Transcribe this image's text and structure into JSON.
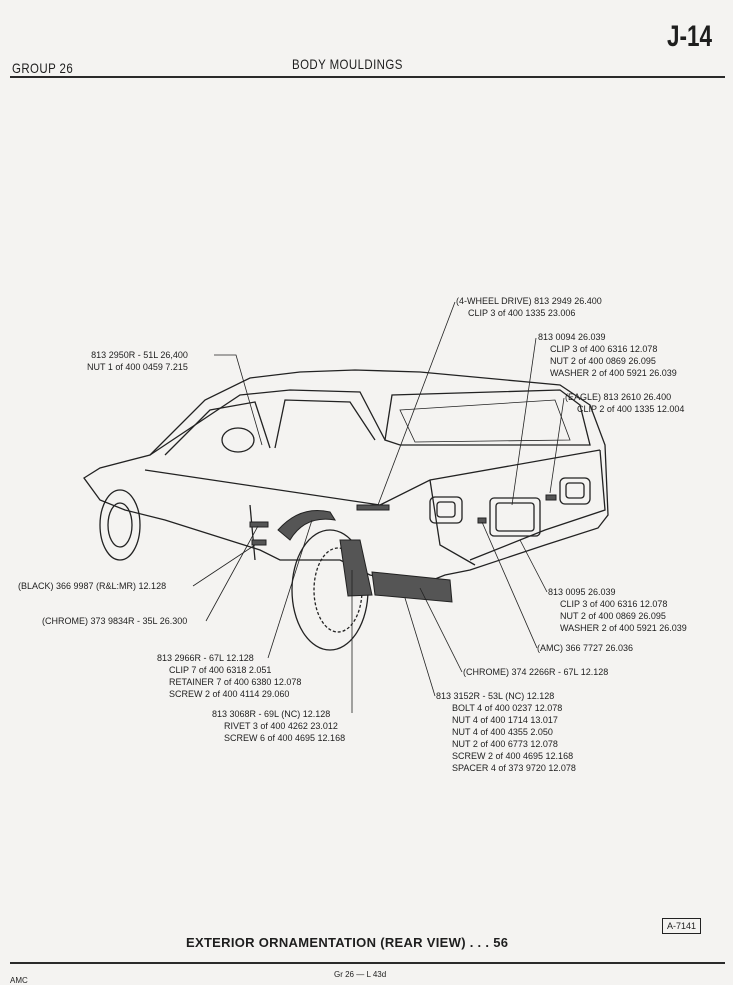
{
  "header": {
    "group": "GROUP 26",
    "section": "BODY MOULDINGS",
    "page_id": "J-14"
  },
  "callouts": {
    "c1": [
      "813 2950R - 51L  26,400",
      "NUT  1 of  400 0459  7.215"
    ],
    "c2": [
      "(4-WHEEL DRIVE) 813 2949  26.400",
      "CLIP  3 of  400 1335  23.006"
    ],
    "c3": [
      "813 0094  26.039",
      "CLIP  3 of  400 6316  12.078",
      "NUT  2 of  400 0869  26.095",
      "WASHER  2 of  400 5921  26.039"
    ],
    "c4": [
      "(EAGLE) 813 2610  26.400",
      "CLIP  2 of  400 1335  12.004"
    ],
    "c5": [
      "(BLACK) 366 9987 (R&L:MR)  12.128"
    ],
    "c6": [
      "(CHROME) 373 9834R - 35L  26.300"
    ],
    "c7": [
      "813 2966R - 67L  12.128",
      "CLIP  7 of  400 6318  2.051",
      "RETAINER  7 of  400 6380  12.078",
      "SCREW  2 of  400 4114  29.060"
    ],
    "c8": [
      "813 3068R - 69L (NC)  12.128",
      "RIVET  3 of  400 4262  23.012",
      "SCREW  6 of  400 4695  12.168"
    ],
    "c9": [
      "813 0095  26.039",
      "CLIP  3 of  400 6316  12.078",
      "NUT  2 of  400 0869  26.095",
      "WASHER  2 of  400 5921  26.039"
    ],
    "c10": [
      "(AMC) 366 7727  26.036"
    ],
    "c11": [
      "(CHROME) 374 2266R - 67L  12.128"
    ],
    "c12": [
      "813 3152R - 53L (NC)  12.128",
      "BOLT  4 of  400 0237  12.078",
      "NUT  4 of  400 1714  13.017",
      "NUT  4 of  400 4355  2.050",
      "NUT  2 of  400 6773  12.078",
      "SCREW  2 of  400 4695  12.168",
      "SPACER  4 of  373 9720  12.078"
    ]
  },
  "footer": {
    "figure_id": "A-7141",
    "caption": "EXTERIOR ORNAMENTATION (REAR VIEW) . . . 56",
    "page_ref": "Gr 26  —  L 43d",
    "publisher": "AMC"
  }
}
